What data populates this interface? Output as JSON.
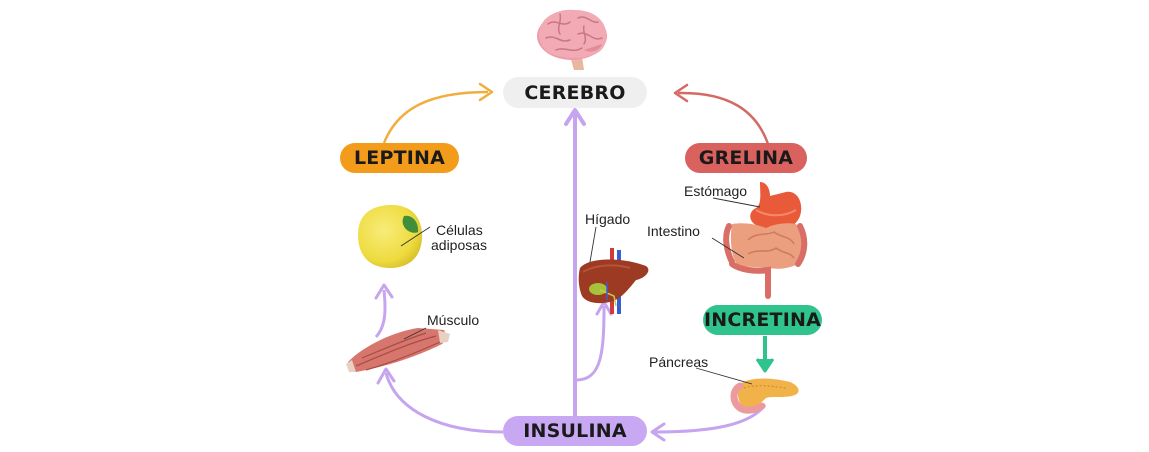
{
  "hubs": {
    "cerebro": "CEREBRO",
    "leptina": "LEPTINA",
    "grelina": "GRELINA",
    "incretina": "INCRETINA",
    "insulina": "INSULINA"
  },
  "organs": {
    "estomago": "Estómago",
    "intestino": "Intestino",
    "higado": "Hígado",
    "celulas_line1": "Células",
    "celulas_line2": "adiposas",
    "musculo": "Músculo",
    "pancreas": "Páncreas"
  },
  "colors": {
    "cerebro_bg": "#efefef",
    "leptina": "#f39c1b",
    "grelina": "#d9625f",
    "incretina": "#2fc48e",
    "insulina": "#c9a8f3",
    "arrow_orange": "#f2ad3d",
    "arrow_red": "#d46a66",
    "arrow_purple": "#c6a4f0",
    "arrow_green": "#2fc48e"
  }
}
